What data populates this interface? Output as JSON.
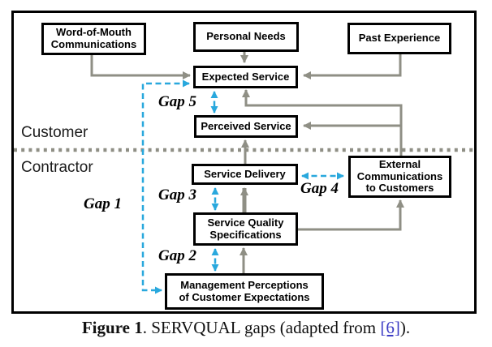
{
  "zones": {
    "customer": "Customer",
    "contractor": "Contractor"
  },
  "boxes": {
    "word_of_mouth": "Word-of-Mouth\nCommunications",
    "personal_needs": "Personal Needs",
    "past_experience": "Past Experience",
    "expected_service": "Expected Service",
    "perceived_service": "Perceived Service",
    "service_delivery": "Service Delivery",
    "service_quality_specifications": "Service Quality\nSpecifications",
    "management_perceptions": "Management Perceptions\nof Customer Expectations",
    "external_communications": "External\nCommunications\nto Customers"
  },
  "gaps": {
    "gap1": "Gap 1",
    "gap2": "Gap 2",
    "gap3": "Gap 3",
    "gap4": "Gap 4",
    "gap5": "Gap 5"
  },
  "caption": {
    "figure_label": "Figure 1",
    "text_before_link": ". SERVQUAL gaps (adapted from ",
    "link": "[6]",
    "text_after_link": ")."
  },
  "colors": {
    "arrow_gray": "#8f8f85",
    "gap_dashed_blue": "#29a8dd",
    "link_blue": "#3b3bc4",
    "box_border": "#000000",
    "background": "#ffffff"
  }
}
